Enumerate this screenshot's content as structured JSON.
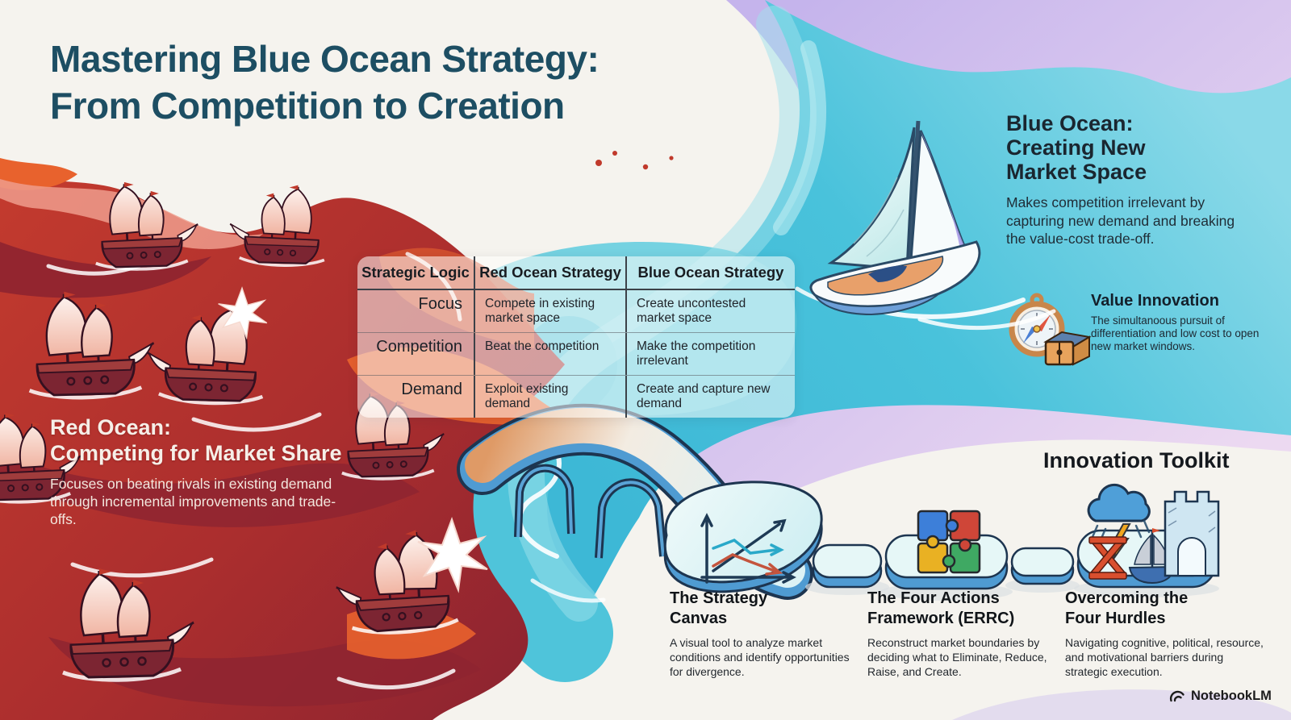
{
  "title": {
    "lines": [
      "Mastering Blue Ocean Strategy:",
      "From Competition to Creation"
    ]
  },
  "red_ocean_section": {
    "heading_lines": [
      "Red Ocean:",
      "Competing for Market Share"
    ],
    "description": "Focuses on beating rivals in existing demand through incremental improvements and trade-offs."
  },
  "blue_ocean_section": {
    "heading_lines": [
      "Blue Ocean:",
      "Creating New",
      "Market Space"
    ],
    "description": "Makes competition irrelevant by capturing new demand and breaking the value-cost trade-off."
  },
  "value_innovation": {
    "title": "Value Innovation",
    "description": "The simultanoous pursuit of differentiation and low cost to open new market windows.",
    "icon": "compass-treasure-icon"
  },
  "comparison_table": {
    "columns": [
      "Strategic Logic",
      "Red Ocean Strategy",
      "Blue Ocean Strategy"
    ],
    "rows": [
      {
        "label": "Focus",
        "red": "Compete in existing market space",
        "blue": "Create uncontested market space"
      },
      {
        "label": "Competition",
        "red": "Beat the competition",
        "blue": "Make the competition irrelevant"
      },
      {
        "label": "Demand",
        "red": "Exploit existing demand",
        "blue": "Create and capture new demand"
      }
    ]
  },
  "innovation_toolkit": {
    "heading": "Innovation Toolkit",
    "items": [
      {
        "title_lines": [
          "The Strategy",
          "Canvas"
        ],
        "description": "A visual tool to analyze market conditions and identify opportunities for divergence.",
        "icon": "strategy-canvas-chart-icon"
      },
      {
        "title_lines": [
          "The Four Actions",
          "Framework (ERRC)"
        ],
        "description": "Reconstruct market boundaries by deciding what to Eliminate, Reduce, Raise, and Create.",
        "icon": "puzzle-pieces-icon"
      },
      {
        "title_lines": [
          "Overcoming the",
          "Four Hurdles"
        ],
        "description": "Navigating cognitive, political, resource, and motivational barriers during strategic execution.",
        "icon": "storm-hurdles-icon"
      }
    ]
  },
  "watermark": {
    "label": "NotebookLM",
    "icon": "notebooklm-icon"
  },
  "palette": {
    "title_text": "#1d4e63",
    "red_ocean": "#b5352e",
    "red_ocean_dark": "#8e2430",
    "orange_accent": "#e8622d",
    "blue_ocean": "#49c2db",
    "lavender": "#cbbaee",
    "dark_outline": "#1d3550"
  }
}
